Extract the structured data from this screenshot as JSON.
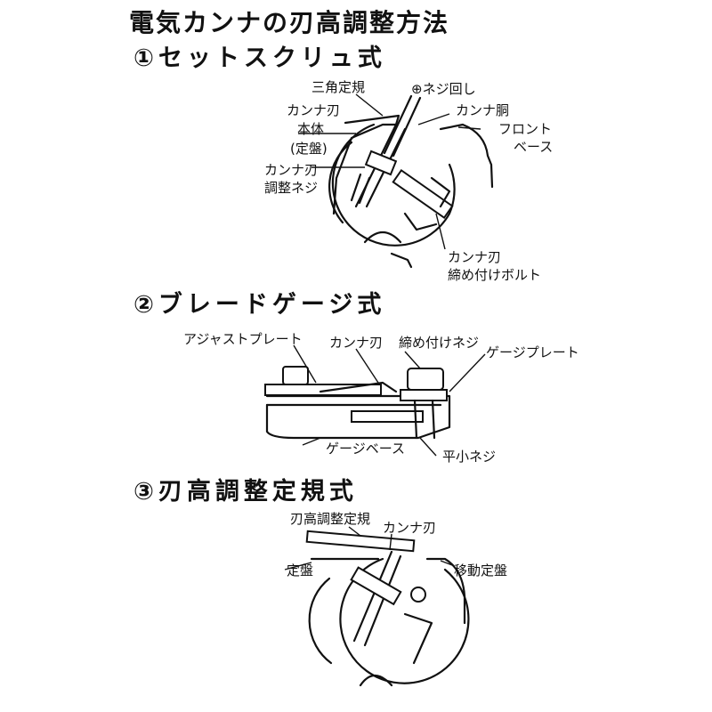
{
  "title": "電気カンナの刃高調整方法",
  "sections": [
    {
      "heading": "①セットスクリュ式",
      "labels": {
        "triangle_ruler": "三角定規",
        "screwdriver": "⊕ネジ回し",
        "blade": "カンナ刃",
        "body_line1": "本体",
        "body_line2": "(定盤)",
        "drum": "カンナ胴",
        "front_line1": "フロント",
        "front_line2": "ベース",
        "adjust_line1": "カンナ刃",
        "adjust_line2": "調整ネジ",
        "bolt_line1": "カンナ刃",
        "bolt_line2": "締め付けボルト"
      }
    },
    {
      "heading": "②ブレードゲージ式",
      "labels": {
        "adjust_plate": "アジャストプレート",
        "blade": "カンナ刃",
        "clamp_screw": "締め付けネジ",
        "gauge_plate": "ゲージプレート",
        "gauge_base": "ゲージベース",
        "flat_screw": "平小ネジ"
      }
    },
    {
      "heading": "③刃高調整定規式",
      "labels": {
        "ruler": "刃高調整定規",
        "blade": "カンナ刃",
        "base": "定盤",
        "moving_base": "移動定盤"
      }
    }
  ]
}
